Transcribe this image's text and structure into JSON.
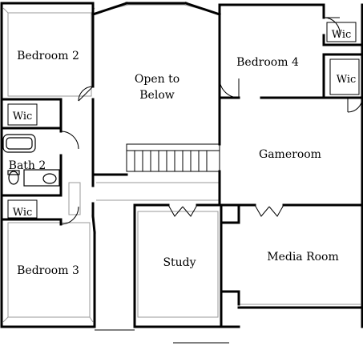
{
  "rooms": {
    "bedroom_2": "Bedroom 2",
    "bedroom_3": "Bedroom 3",
    "bedroom_4": "Bedroom 4",
    "open_to_below_line1": "Open to",
    "open_to_below_line2": "Below",
    "gameroom": "Gameroom",
    "study": "Study",
    "media_room": "Media Room",
    "bath_2": "Bath 2",
    "wic_bedroom_2": "Wic",
    "wic_bedroom_3": "Wic",
    "wic_bedroom_4_top": "Wic",
    "wic_bedroom_4_right": "Wic"
  },
  "colors": {
    "wall": "#000000",
    "background": "#ffffff",
    "hatch": "#9a9a9a"
  }
}
